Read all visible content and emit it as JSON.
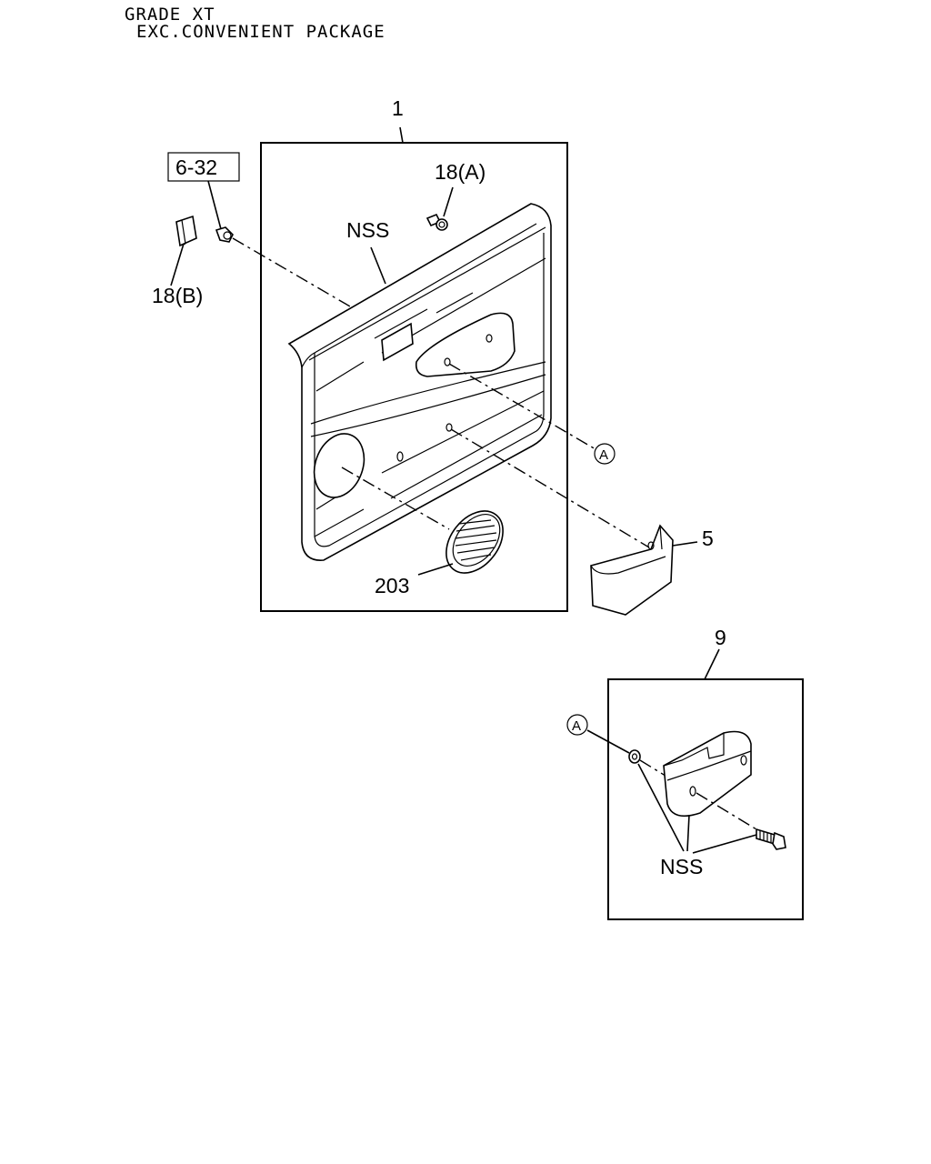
{
  "header": {
    "line1": "GRADE XT",
    "line2": "EXC.CONVENIENT PACKAGE"
  },
  "callouts": {
    "trim_panel": "1",
    "ref_box": "6-32",
    "clip_a": "18(A)",
    "clip_b": "18(B)",
    "nss_upper": "NSS",
    "marker_a_upper": "A",
    "cover": "5",
    "speaker_grille": "203",
    "pull_assembly": "9",
    "marker_a_lower": "A",
    "nss_lower": "NSS"
  }
}
